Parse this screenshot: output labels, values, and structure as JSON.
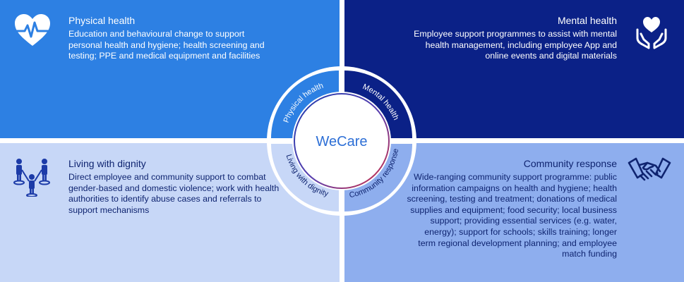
{
  "center": {
    "label": "WeCare"
  },
  "ring_labels": {
    "physical": "Physical health",
    "mental": "Mental health",
    "dignity": "Living with dignity",
    "community": "Community response"
  },
  "quadrants": {
    "physical": {
      "title": "Physical health",
      "body": "Education and behavioural change to support personal health and hygiene; health screening and testing; PPE and medical equipment and facilities",
      "icon": "heart-pulse-icon"
    },
    "mental": {
      "title": "Mental health",
      "body": "Employee support programmes to assist with mental health management, including employee App and online events and digital materials",
      "icon": "hands-heart-icon"
    },
    "dignity": {
      "title": "Living with dignity",
      "body": "Direct employee and community support to combat gender-based and domestic violence; work with health authorities to identify abuse cases and referrals to support mechanisms",
      "icon": "people-network-icon"
    },
    "community": {
      "title": "Community response",
      "body": "Wide-ranging community support programme: public information campaigns on health and hygiene; health screening, testing and treatment; donations of medical supplies and equipment; food security; local business support; providing essential services (e.g. water, energy); support for schools; skills training; longer term regional development planning; and employee match funding",
      "icon": "handshake-icon"
    }
  },
  "colors": {
    "physical": "#2d80e3",
    "mental": "#0b2187",
    "dignity": "#c7d7f7",
    "community": "#8eaeee"
  }
}
